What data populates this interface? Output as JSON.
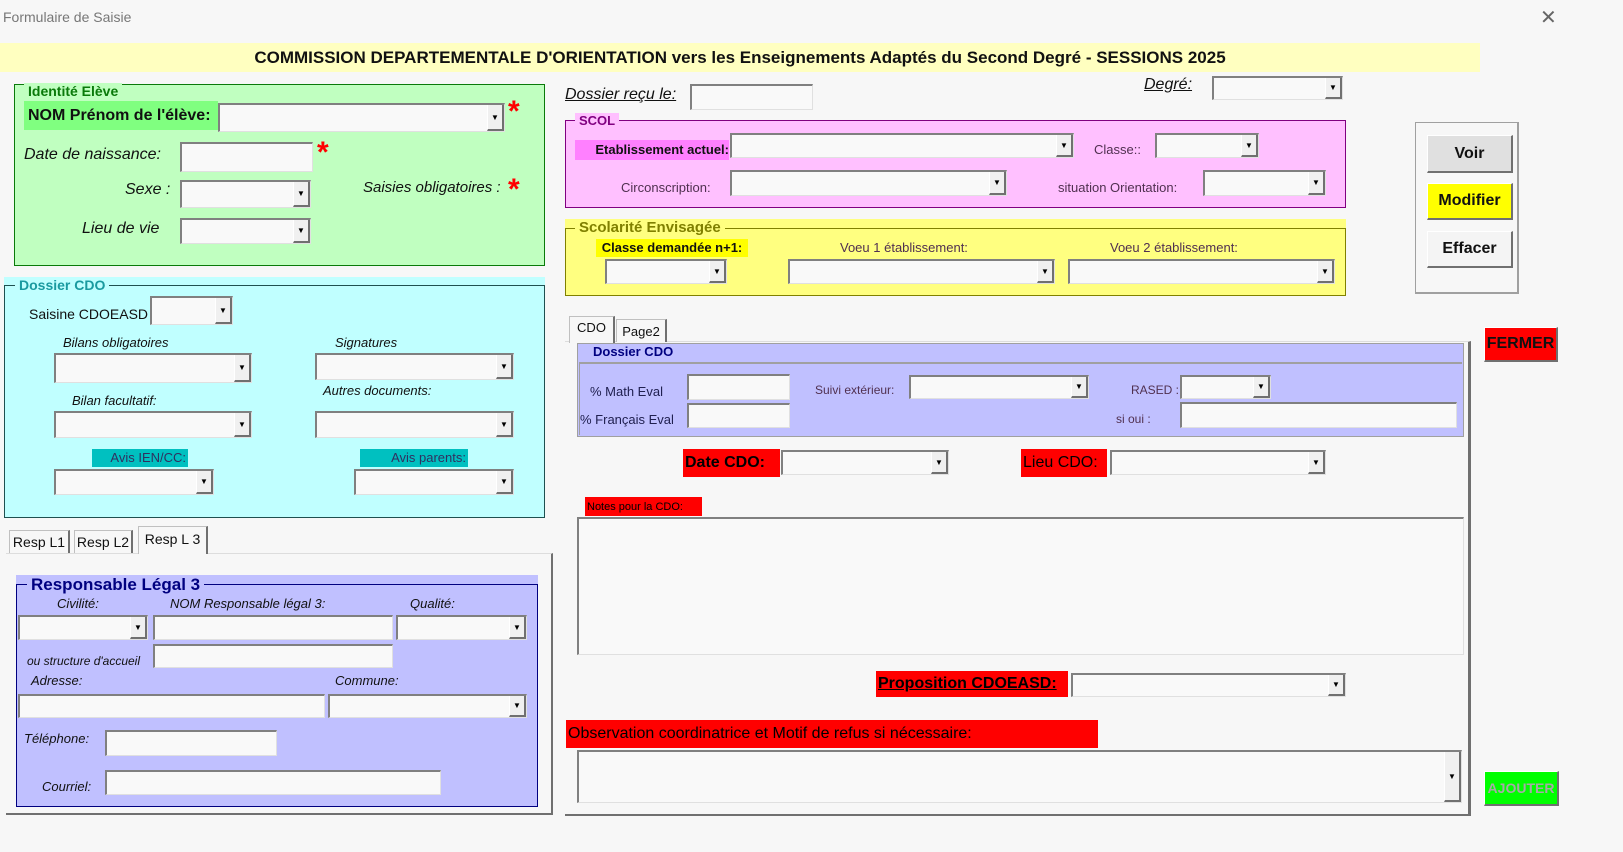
{
  "window": {
    "title": "Formulaire de Saisie",
    "close_icon": "close-icon"
  },
  "header": {
    "title": "COMMISSION DEPARTEMENTALE D'ORIENTATION vers les Enseignements Adaptés du Second Degré - SESSIONS 2025"
  },
  "identite": {
    "legend": "Identité Elève",
    "nom_label": "NOM Prénom de l'élève:",
    "date_label": "Date de naissance:",
    "sexe_label": "Sexe :",
    "lieu_label": "Lieu de vie",
    "obligatoire_label": "Saisies obligatoires :",
    "star": "*"
  },
  "dossier_cdo": {
    "legend": "Dossier CDO",
    "saisine_label": "Saisine CDOEASD",
    "bilans_label": "Bilans obligatoires",
    "signatures_label": "Signatures",
    "bilan_fac_label": "Bilan facultatif:",
    "autres_label": "Autres documents:",
    "avis_ien_label": "Avis IEN/CC:",
    "avis_parents_label": "Avis parents:"
  },
  "resp_tabs": [
    {
      "label": "Resp L1"
    },
    {
      "label": "Resp L2"
    },
    {
      "label": "Resp L 3",
      "active": true
    }
  ],
  "resp": {
    "legend": "Responsable Légal 3",
    "civilite_label": "Civilité:",
    "nom_label": "NOM Responsable légal 3:",
    "qualite_label": "Qualité:",
    "structure_label": "ou structure d'accueil",
    "adresse_label": "Adresse:",
    "commune_label": "Commune:",
    "telephone_label": "Téléphone:",
    "courriel_label": "Courriel:"
  },
  "top": {
    "dossier_recu_label": "Dossier reçu le:",
    "degre_label": "Degré:"
  },
  "scol": {
    "legend": "SCOL",
    "etab_label": "Etablissement actuel:",
    "classe_label": "Classe::",
    "circ_label": "Circonscription:",
    "situation_label": "situation Orientation:"
  },
  "scolarite": {
    "legend": "Scolarité Envisagée",
    "classe_label": "Classe demandée n+1:",
    "voeu1_label": "Voeu 1 établissement:",
    "voeu2_label": "Voeu 2 établissement:"
  },
  "actions": {
    "voir": "Voir",
    "modifier": "Modifier",
    "effacer": "Effacer",
    "fermer": "FERMER",
    "ajouter": "AJOUTER"
  },
  "cdo_tabs": [
    {
      "label": "CDO",
      "active": true
    },
    {
      "label": "Page2"
    }
  ],
  "cdo": {
    "legend": "Dossier CDO",
    "math_label": "% Math Eval",
    "francais_label": "% Français Eval",
    "suivi_label": "Suivi extérieur:",
    "rased_label": "RASED :",
    "si_oui_label": "si oui :",
    "date_label": "Date CDO:",
    "lieu_label": "Lieu CDO:",
    "notes_label": "Notes pour la CDO:",
    "proposition_label": "Proposition CDOEASD:",
    "observation_label": "Observation coordinatrice et Motif de refus si nécessaire:"
  },
  "colors": {
    "identite_bg": "#C0FFC0",
    "dossier_bg": "#C0FFFF",
    "resp_bg": "#C0C0FF",
    "scol_bg": "#FFC0FF",
    "scolarite_bg": "#FFFF80",
    "red": "#FF0000",
    "green": "#00FF00",
    "yellow": "#FFFF00"
  }
}
